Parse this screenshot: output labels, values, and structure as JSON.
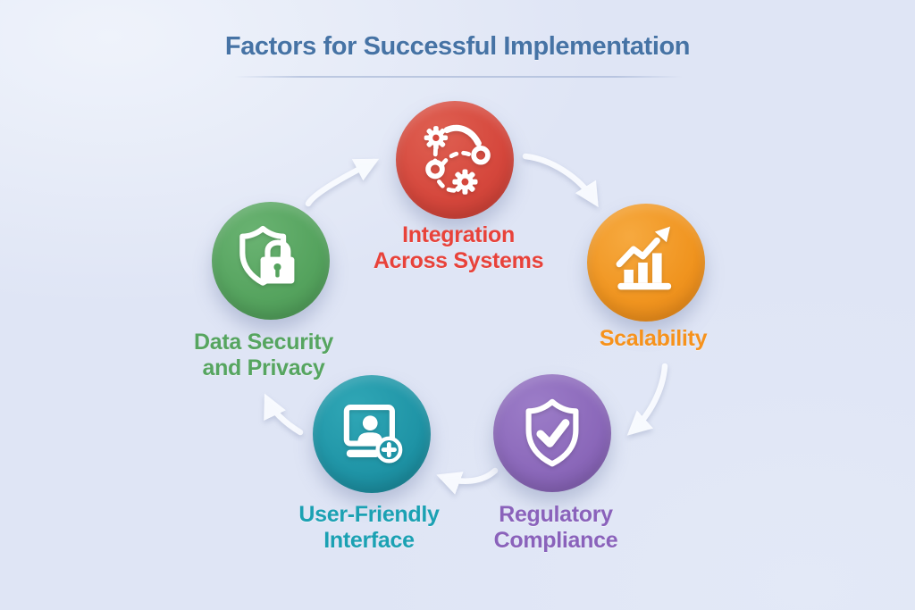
{
  "title": {
    "text": "Factors for Successful Implementation",
    "color": "#4673a5"
  },
  "background_color": "#dfe5f5",
  "arrow_color": "#fafcff",
  "factors": [
    {
      "name": "integration-across-systems",
      "line1": "Integration",
      "line2": "Across Systems",
      "icon": "gears-integration-icon",
      "base": "#d5473c",
      "light": "#df6052",
      "dark": "#c13a31",
      "text_color": "#e8423a"
    },
    {
      "name": "scalability",
      "line1": "Scalability",
      "line2": "",
      "icon": "growth-chart-icon",
      "base": "#f0941f",
      "light": "#f6a93f",
      "dark": "#dd8015",
      "text_color": "#f6921c"
    },
    {
      "name": "regulatory-compliance",
      "line1": "Regulatory",
      "line2": "Compliance",
      "icon": "shield-check-icon",
      "base": "#8b68ba",
      "light": "#9c7dc8",
      "dark": "#7956a6",
      "text_color": "#8a62bb"
    },
    {
      "name": "user-friendly-interface",
      "line1": "User-Friendly",
      "line2": "Interface",
      "icon": "user-screen-icon",
      "base": "#1f94a6",
      "light": "#30a7b6",
      "dark": "#157d8e",
      "text_color": "#1ba1b3"
    },
    {
      "name": "data-security-and-privacy",
      "line1": "Data Security",
      "line2": "and Privacy",
      "icon": "shield-lock-icon",
      "base": "#55a35e",
      "light": "#6ab372",
      "dark": "#479150",
      "text_color": "#56a560"
    }
  ]
}
